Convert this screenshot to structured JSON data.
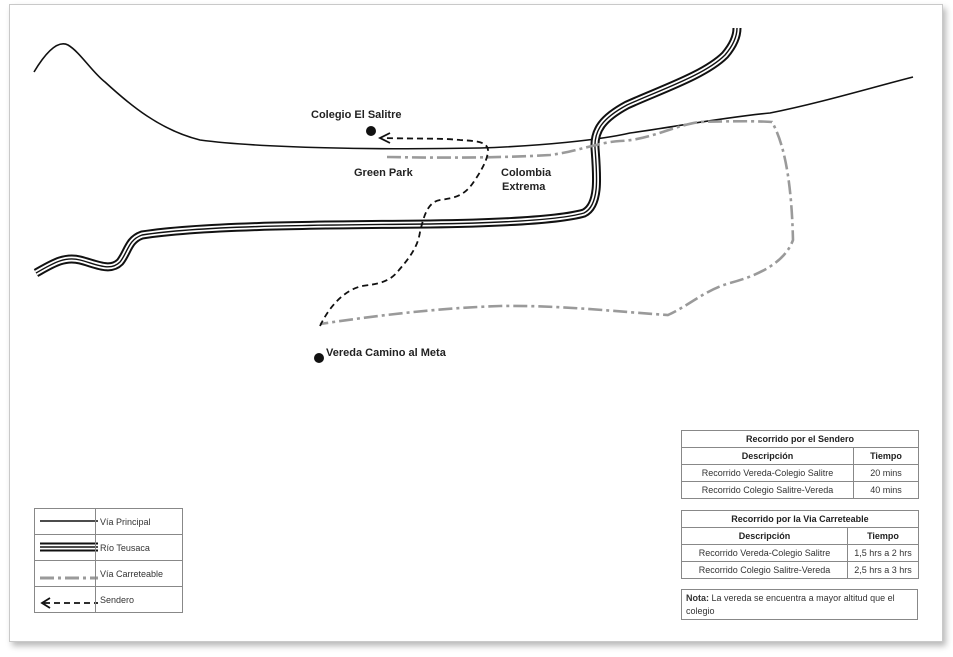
{
  "labels": {
    "colegio": "Colegio El Salitre",
    "green_park": "Green Park",
    "colombia_extrema_1": "Colombia",
    "colombia_extrema_2": "Extrema",
    "vereda": "Vereda Camino al Meta"
  },
  "table_sendero": {
    "title": "Recorrido por el Sendero",
    "headers": [
      "Descripción",
      "Tiempo"
    ],
    "rows": [
      [
        "Recorrido Vereda-Colegio Salitre",
        "20 mins"
      ],
      [
        "Recorrido Colegio Salitre-Vereda",
        "40 mins"
      ]
    ]
  },
  "table_carreteable": {
    "title": "Recorrido por la Via Carreteable",
    "headers": [
      "Descripción",
      "Tiempo"
    ],
    "rows": [
      [
        "Recorrido Vereda-Colegio Salitre",
        "1,5 hrs a 2 hrs"
      ],
      [
        "Recorrido Colegio Salitre-Vereda",
        "2,5 hrs a 3 hrs"
      ]
    ]
  },
  "note": {
    "bold": "Nota:",
    "text": " La vereda se encuentra a mayor altitud que el colegio"
  },
  "legend": [
    {
      "symbol": "via-principal",
      "label": "Vía Principal"
    },
    {
      "symbol": "rio",
      "label": "Río Teusaca"
    },
    {
      "symbol": "via-carreteable",
      "label": "Vía Carreteable"
    },
    {
      "symbol": "sendero",
      "label": "Sendero"
    }
  ],
  "colors": {
    "main_road": "#111111",
    "carreteable": "#9a9a9a",
    "sendero": "#111111"
  }
}
